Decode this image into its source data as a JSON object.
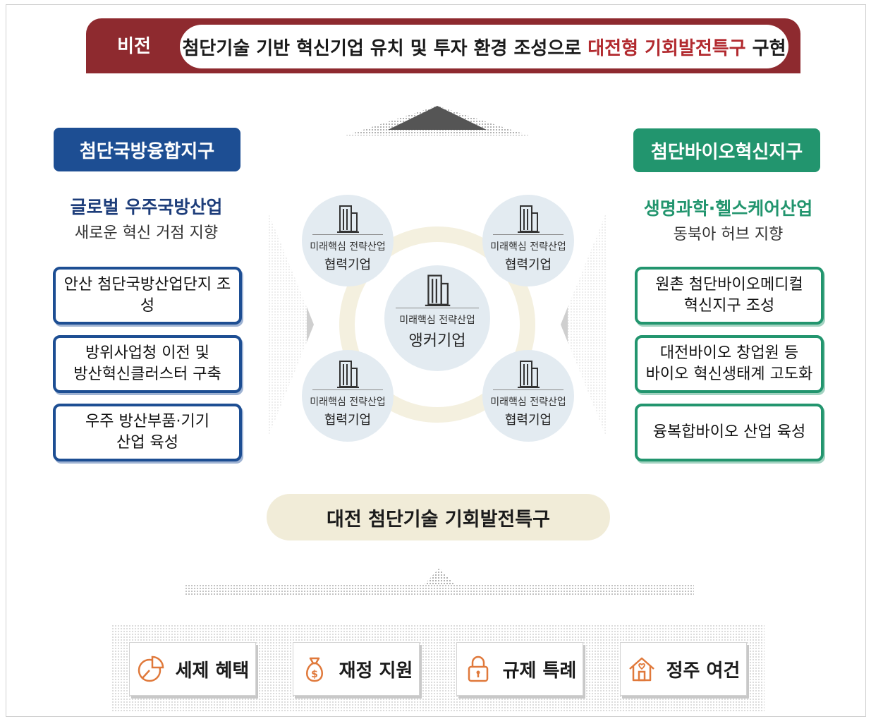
{
  "vision": {
    "tag": "비전",
    "text_prefix": "첨단기술 기반 혁신기업 유치 및 투자 환경 조성으로 ",
    "text_highlight": "대전형 기회발전특구",
    "text_suffix": " 구현"
  },
  "left_district": {
    "title": "첨단국방융합지구",
    "goal_main": "글로벌 우주국방산업",
    "goal_sub": "새로운 혁신 거점 지향",
    "items": [
      "안산 첨단국방산업단지 조성",
      "방위사업청 이전 및\n방산혁신클러스터 구축",
      "우주 방산부품·기기\n산업 육성"
    ]
  },
  "right_district": {
    "title": "첨단바이오혁신지구",
    "goal_main": "생명과학·헬스케어산업",
    "goal_sub": "동북아 허브 지향",
    "items": [
      "원촌 첨단바이오메디컬\n혁신지구 조성",
      "대전바이오 창업원 등\n바이오 혁신생태계 고도화",
      "융복합바이오 산업 육성"
    ]
  },
  "center": {
    "anchor": {
      "line1": "미래핵심 전략산업",
      "line2": "앵커기업"
    },
    "partner": {
      "line1": "미래핵심 전략산업",
      "line2": "협력기업"
    }
  },
  "base": {
    "title": "대전 첨단기술 기회발전특구"
  },
  "supports": [
    {
      "label": "세제 혜택",
      "icon": "pie-chart-icon"
    },
    {
      "label": "재정 지원",
      "icon": "money-bag-icon"
    },
    {
      "label": "규제 특례",
      "icon": "padlock-icon"
    },
    {
      "label": "정주 여건",
      "icon": "house-icon"
    }
  ],
  "colors": {
    "vision_red": "#8e2a2f",
    "highlight_red": "#b22a2f",
    "defense_blue": "#1d4e93",
    "bio_green": "#22956e",
    "icon_orange": "#e0793b",
    "node_fill": "#e3ebf1",
    "base_fill": "#f1ecd8"
  }
}
